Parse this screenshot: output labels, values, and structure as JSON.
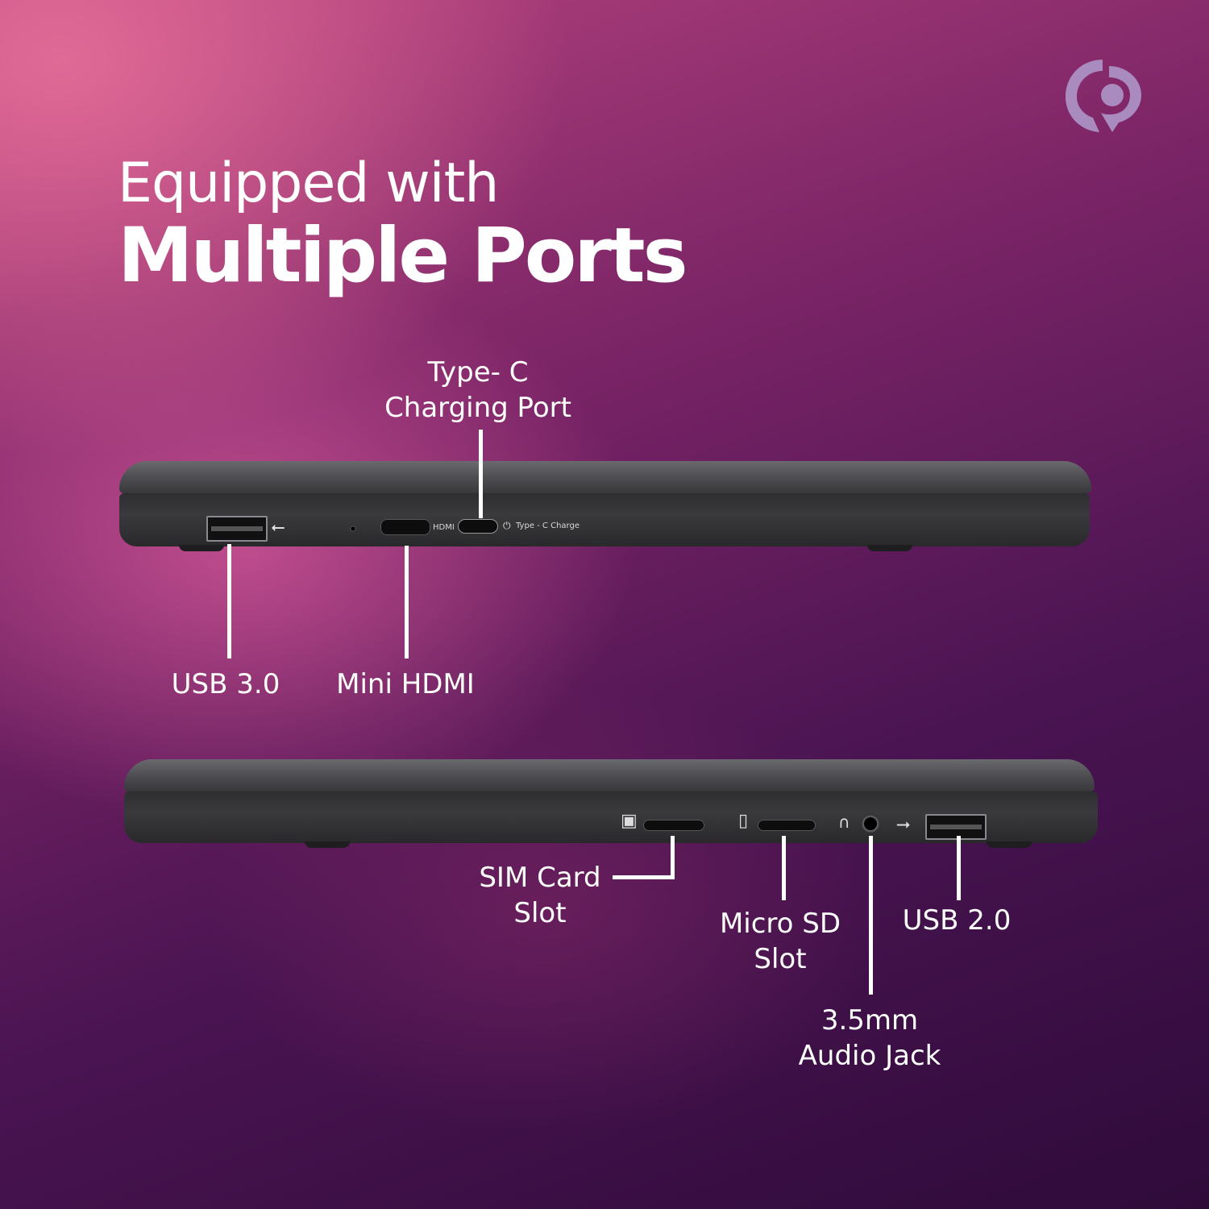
{
  "headline": {
    "line1": "Equipped with",
    "line2": "Multiple Ports"
  },
  "brand_logo": {
    "icon": "brand-logo-icon",
    "color": "#a98bbf"
  },
  "laptop_left_side": {
    "port_markings": {
      "hdmi": "HDMI",
      "type_c_charge": "Type - C Charge"
    },
    "callouts": {
      "type_c": "Type- C\nCharging Port",
      "usb30": "USB 3.0",
      "mini_hdmi": "Mini HDMI"
    }
  },
  "laptop_right_side": {
    "callouts": {
      "sim": "SIM Card\nSlot",
      "microsd": "Micro SD\nSlot",
      "audio": "3.5mm\nAudio Jack",
      "usb20": "USB 2.0"
    }
  },
  "colors": {
    "accent_white": "#ffffff",
    "background_top": "#e06a96",
    "background_bottom": "#2f0b3a",
    "laptop_body": "#3a3a3d"
  }
}
